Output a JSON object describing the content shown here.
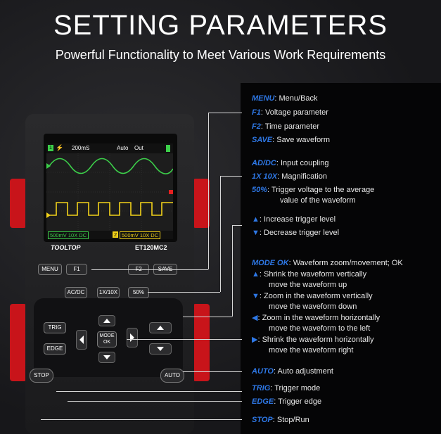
{
  "header": {
    "title": "SETTING PARAMETERS",
    "subtitle": "Powerful Functionality to Meet Various Work Requirements"
  },
  "device": {
    "brand": "TOOLTOP",
    "model": "ET120MC2",
    "screen": {
      "timebase": "200mS",
      "trigger_mode": "Auto",
      "output": "Out",
      "ch1_scale": "500mV 10X DC",
      "ch2_label": "2",
      "ch2_scale": "500mV 10X DC"
    },
    "buttons": {
      "menu": "MENU",
      "f1": "F1",
      "f2": "F2",
      "save": "SAVE",
      "acdc": "AC/DC",
      "x1x10": "1X/10X",
      "pct50": "50%",
      "trig": "TRIG",
      "edge": "EDGE",
      "mode_ok_1": "MODE",
      "mode_ok_2": "OK",
      "stop": "STOP",
      "auto": "AUTO"
    }
  },
  "legend": {
    "menu_key": "MENU",
    "menu_desc": "Menu/Back",
    "f1_key": "F1",
    "f1_desc": "Voltage parameter",
    "f2_key": "F2",
    "f2_desc": "Time parameter",
    "save_key": "SAVE",
    "save_desc": "Save waveform",
    "acdc_key": "AD/DC",
    "acdc_desc": "Input coupling",
    "mag_key": "1X 10X",
    "mag_desc": "Magnification",
    "pct_key": "50%",
    "pct_desc_1": "Trigger voltage to the average",
    "pct_desc_2": "value of the waveform",
    "up_desc": "Increase trigger level",
    "down_desc": "Decrease trigger level",
    "mode_key": "MODE OK",
    "mode_desc": "Waveform zoom/movement; OK",
    "nav_up_1": "Shrink the waveform vertically",
    "nav_up_2": "move the waveform up",
    "nav_down_1": "Zoom in the waveform vertically",
    "nav_down_2": "move the waveform down",
    "nav_left_1": "Zoom in the waveform horizontally",
    "nav_left_2": "move the waveform to the left",
    "nav_right_1": "Shrink the waveform horizontally",
    "nav_right_2": "move the waveform right",
    "auto_key": "AUTO",
    "auto_desc": "Auto adjustment",
    "trig_key": "TRIG",
    "trig_desc": "Trigger mode",
    "edge_key": "EDGE",
    "edge_desc": "Trigger edge",
    "stop_key": "STOP",
    "stop_desc": "Stop/Run"
  },
  "colors": {
    "accent": "#2e78e6",
    "bumper": "#c8141a",
    "ch1_wave": "#3ccf4a",
    "ch2_wave": "#f2d21a",
    "background": "#1b1b1d"
  }
}
